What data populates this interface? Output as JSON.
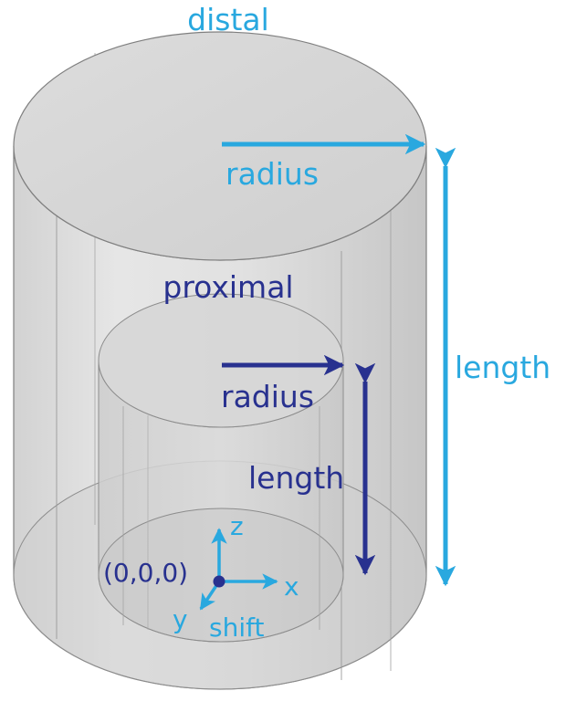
{
  "diagram": {
    "outer_cylinder": {
      "top_label": "distal",
      "radius_label": "radius",
      "length_label": "length"
    },
    "inner_cylinder": {
      "top_label": "proximal",
      "radius_label": "radius",
      "length_label": "length"
    },
    "origin": {
      "label": "(0,0,0)",
      "axis_z": "z",
      "axis_x": "x",
      "axis_y": "y",
      "shift_label": "shift"
    },
    "colors": {
      "light_blue": "#29a8df",
      "dark_blue": "#28318f",
      "cylinder_edge": "#8c8c8c",
      "cylinder_fill": "#d9d9d9"
    }
  }
}
